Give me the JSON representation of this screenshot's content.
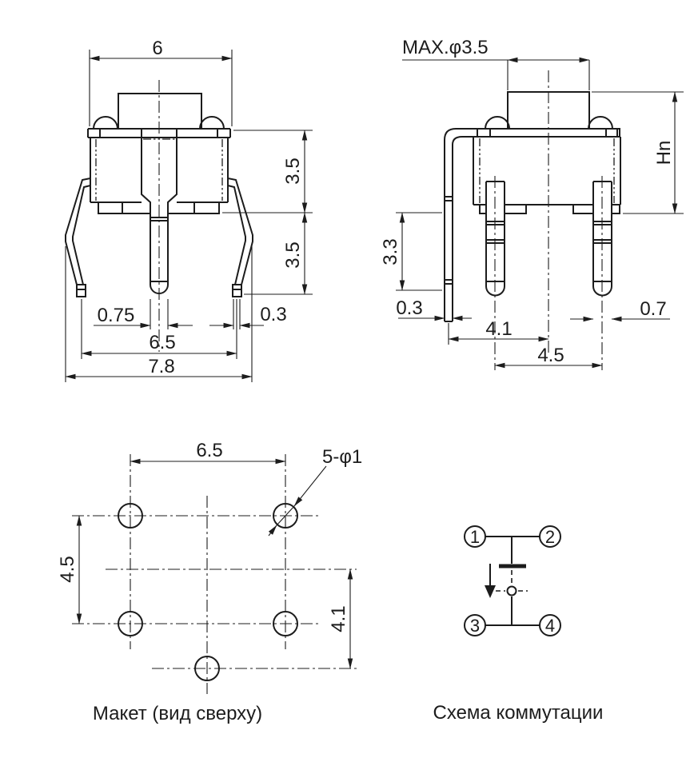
{
  "colors": {
    "line": "#1c1c1c",
    "background": "#ffffff"
  },
  "front": {
    "dim_top_width": "6",
    "dim_body_height": "3.5",
    "dim_pin_length": "3.5",
    "dim_stem_width": "0.75",
    "dim_lead_width": "0.3",
    "dim_lead_span": "6.5",
    "dim_overall_width": "7.8"
  },
  "side": {
    "dim_actuator": "MAX.φ3.5",
    "dim_height": "Hn",
    "dim_pin_below_board": "3.3",
    "dim_bracket_width": "0.3",
    "dim_pin_width": "0.7",
    "dim_bracket_offset": "4.1",
    "dim_pin_pitch": "4.5"
  },
  "layout": {
    "caption": "Макет (вид сверху)",
    "dim_hole_span_x": "6.5",
    "dim_hole_span_y": "4.5",
    "dim_center_hole_offset": "4.1",
    "dim_holes_callout": "5-φ1"
  },
  "schematic": {
    "caption": "Схема коммутации",
    "pin1": "1",
    "pin2": "2",
    "pin3": "3",
    "pin4": "4"
  }
}
